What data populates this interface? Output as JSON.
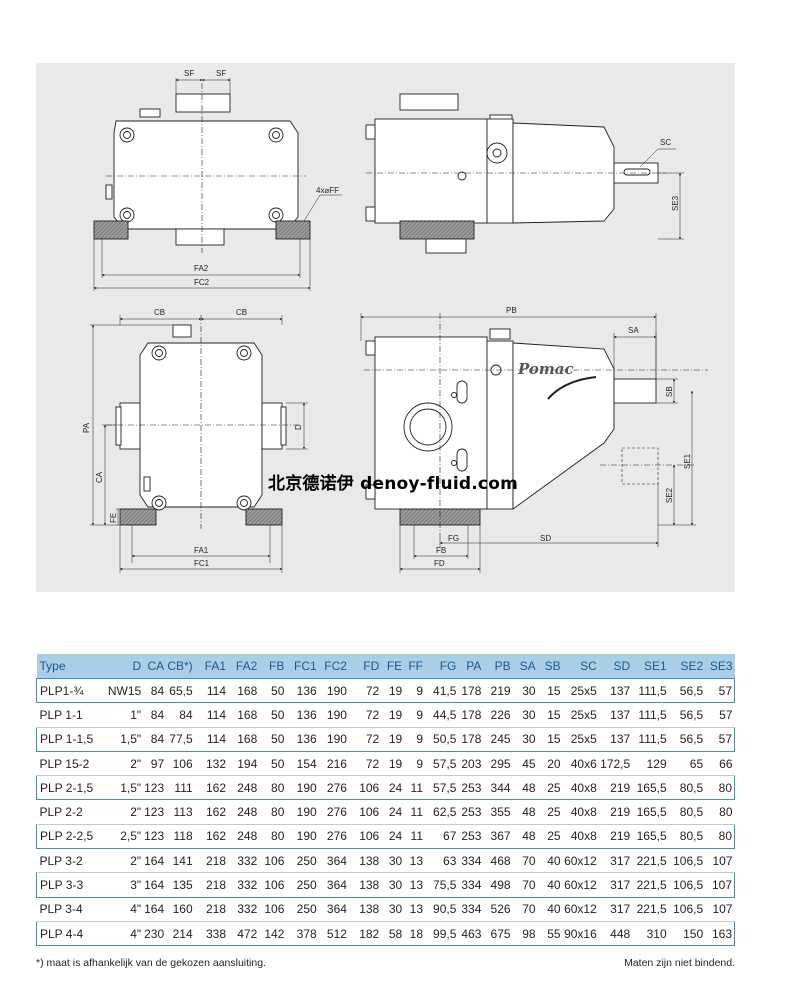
{
  "drawing": {
    "labels": {
      "sf": "SF",
      "sf2": "SF",
      "ff": "4x⌀FF",
      "fa2": "FA2",
      "fc2": "FC2",
      "sc": "SC",
      "se3": "SE3",
      "cb": "CB",
      "cb2": "CB",
      "pa": "PA",
      "ca": "CA",
      "fe": "FE",
      "d": "D",
      "fa1": "FA1",
      "fc1": "FC1",
      "pb": "PB",
      "sa": "SA",
      "sb": "SB",
      "se1": "SE1",
      "se2": "SE2",
      "fg": "FG",
      "fb": "FB",
      "fd": "FD",
      "sd": "SD"
    },
    "brand": "Pomac",
    "watermark": "北京德诺伊 denoy-fluid.com"
  },
  "table": {
    "headers": [
      "Type",
      "D",
      "CA",
      "CB*)",
      "FA1",
      "FA2",
      "FB",
      "FC1",
      "FC2",
      "FD",
      "FE",
      "FF",
      "FG",
      "PA",
      "PB",
      "SA",
      "SB",
      "SC",
      "SD",
      "SE1",
      "SE2",
      "SE3"
    ],
    "rows": [
      {
        "cells": [
          "PLP1-¾",
          "NW15",
          "84",
          "65,5",
          "114",
          "168",
          "50",
          "136",
          "190",
          "72",
          "19",
          "9",
          "41,5",
          "178",
          "219",
          "30",
          "15",
          "25x5",
          "137",
          "111,5",
          "56,5",
          "57"
        ],
        "highlight": true
      },
      {
        "cells": [
          "PLP 1-1",
          "1\"",
          "84",
          "84",
          "114",
          "168",
          "50",
          "136",
          "190",
          "72",
          "19",
          "9",
          "44,5",
          "178",
          "226",
          "30",
          "15",
          "25x5",
          "137",
          "111,5",
          "56,5",
          "57"
        ],
        "highlight": false
      },
      {
        "cells": [
          "PLP 1-1,5",
          "1,5\"",
          "84",
          "77,5",
          "114",
          "168",
          "50",
          "136",
          "190",
          "72",
          "19",
          "9",
          "50,5",
          "178",
          "245",
          "30",
          "15",
          "25x5",
          "137",
          "111,5",
          "56,5",
          "57"
        ],
        "highlight": true
      },
      {
        "cells": [
          "PLP 15-2",
          "2\"",
          "97",
          "106",
          "132",
          "194",
          "50",
          "154",
          "216",
          "72",
          "19",
          "9",
          "57,5",
          "203",
          "295",
          "45",
          "20",
          "40x6",
          "172,5",
          "129",
          "65",
          "66"
        ],
        "highlight": false
      },
      {
        "cells": [
          "PLP 2-1,5",
          "1,5\"",
          "123",
          "111",
          "162",
          "248",
          "80",
          "190",
          "276",
          "106",
          "24",
          "11",
          "57,5",
          "253",
          "344",
          "48",
          "25",
          "40x8",
          "219",
          "165,5",
          "80,5",
          "80"
        ],
        "highlight": true
      },
      {
        "cells": [
          "PLP 2-2",
          "2\"",
          "123",
          "113",
          "162",
          "248",
          "80",
          "190",
          "276",
          "106",
          "24",
          "11",
          "62,5",
          "253",
          "355",
          "48",
          "25",
          "40x8",
          "219",
          "165,5",
          "80,5",
          "80"
        ],
        "highlight": false
      },
      {
        "cells": [
          "PLP 2-2,5",
          "2,5\"",
          "123",
          "118",
          "162",
          "248",
          "80",
          "190",
          "276",
          "106",
          "24",
          "11",
          "67",
          "253",
          "367",
          "48",
          "25",
          "40x8",
          "219",
          "165,5",
          "80,5",
          "80"
        ],
        "highlight": true
      },
      {
        "cells": [
          "PLP 3-2",
          "2\"",
          "164",
          "141",
          "218",
          "332",
          "106",
          "250",
          "364",
          "138",
          "30",
          "13",
          "63",
          "334",
          "468",
          "70",
          "40",
          "60x12",
          "317",
          "221,5",
          "106,5",
          "107"
        ],
        "highlight": false
      },
      {
        "cells": [
          "PLP 3-3",
          "3\"",
          "164",
          "135",
          "218",
          "332",
          "106",
          "250",
          "364",
          "138",
          "30",
          "13",
          "75,5",
          "334",
          "498",
          "70",
          "40",
          "60x12",
          "317",
          "221,5",
          "106,5",
          "107"
        ],
        "highlight": true
      },
      {
        "cells": [
          "PLP 3-4",
          "4\"",
          "164",
          "160",
          "218",
          "332",
          "106",
          "250",
          "364",
          "138",
          "30",
          "13",
          "90,5",
          "334",
          "526",
          "70",
          "40",
          "60x12",
          "317",
          "221,5",
          "106,5",
          "107"
        ],
        "highlight": false
      },
      {
        "cells": [
          "PLP 4-4",
          "4\"",
          "230",
          "214",
          "338",
          "472",
          "142",
          "378",
          "512",
          "182",
          "58",
          "18",
          "99,5",
          "463",
          "675",
          "98",
          "55",
          "90x16",
          "448",
          "310",
          "150",
          "163"
        ],
        "highlight": true
      }
    ]
  },
  "footnote": "*) maat is afhankelijk van de gekozen aansluiting.",
  "disclaimer": "Maten zijn niet bindend.",
  "colors": {
    "panel": "#e9e9e9",
    "header": "#a9cfe8",
    "header_text": "#1a5a8c",
    "highlight_border": "#3c8fc5"
  }
}
